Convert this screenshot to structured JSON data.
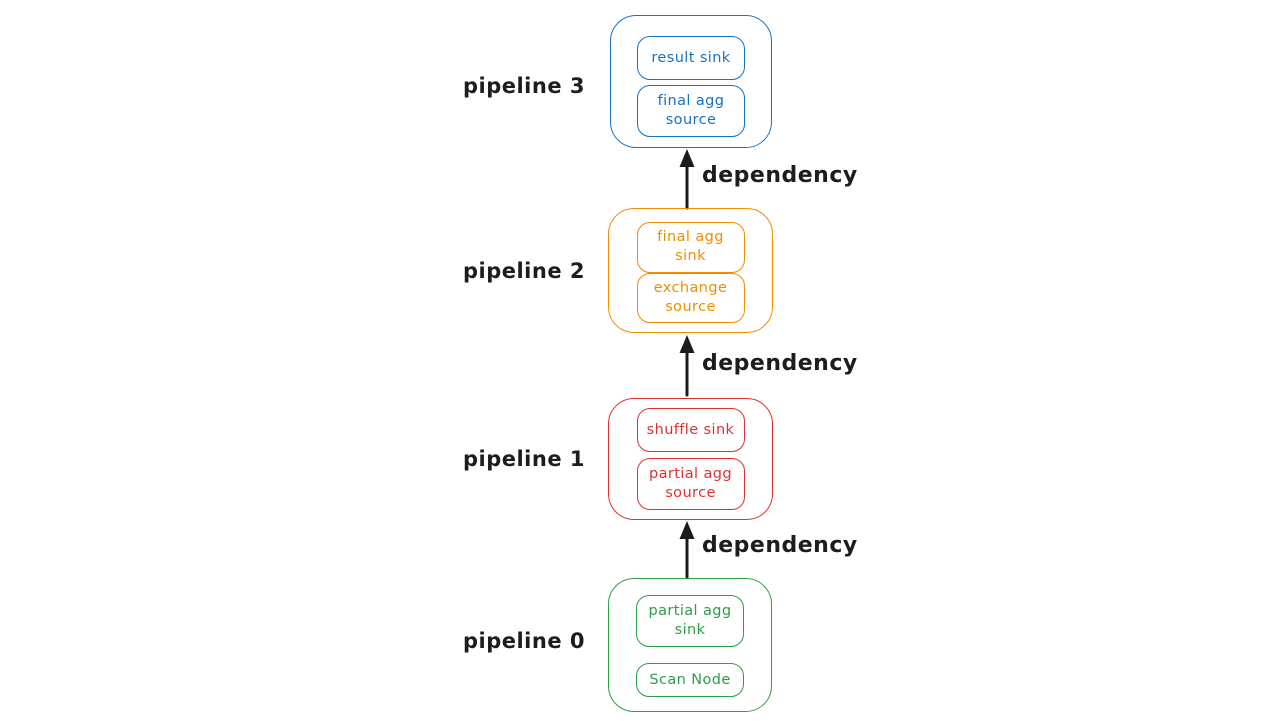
{
  "diagram": {
    "background": "#ffffff",
    "text_color": "#1d1d1d",
    "arrow_color": "#1b1b1b"
  },
  "pipelines": [
    {
      "label": "pipeline 3",
      "color": "#1971c2",
      "nodes": [
        {
          "label": "result sink"
        },
        {
          "label": "final agg source"
        }
      ]
    },
    {
      "label": "pipeline 2",
      "color": "#f08c00",
      "nodes": [
        {
          "label": "final agg sink"
        },
        {
          "label": "exchange source"
        }
      ]
    },
    {
      "label": "pipeline 1",
      "color": "#e03131",
      "nodes": [
        {
          "label": "shuffle sink"
        },
        {
          "label": "partial agg source"
        }
      ]
    },
    {
      "label": "pipeline 0",
      "color": "#2f9e44",
      "nodes": [
        {
          "label": "partial agg sink"
        },
        {
          "label": "Scan Node"
        }
      ]
    }
  ],
  "dependencies": [
    {
      "label": "dependency",
      "from": "pipeline 2",
      "to": "pipeline 3"
    },
    {
      "label": "dependency",
      "from": "pipeline 1",
      "to": "pipeline 2"
    },
    {
      "label": "dependency",
      "from": "pipeline 0",
      "to": "pipeline 1"
    }
  ]
}
